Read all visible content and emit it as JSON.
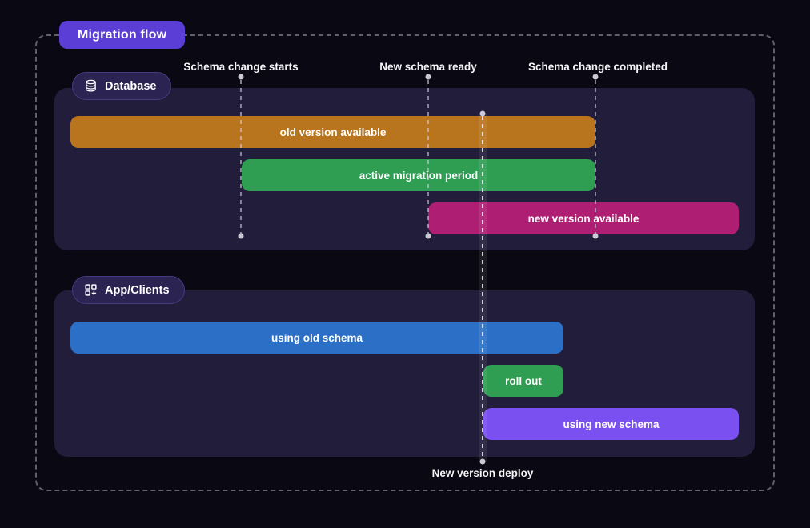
{
  "diagram": {
    "title": "Migration flow",
    "milestones": [
      {
        "label": "Schema change starts"
      },
      {
        "label": "New schema ready"
      },
      {
        "label": "Schema change completed"
      }
    ],
    "deploy_milestone": {
      "label": "New version deploy"
    },
    "sections": [
      {
        "label": "Database",
        "icon": "database-icon",
        "bars": [
          {
            "label": "old version available",
            "color": "#b8751e"
          },
          {
            "label": "active migration period",
            "color": "#2f9e53"
          },
          {
            "label": "new version available",
            "color": "#ae1f73"
          }
        ]
      },
      {
        "label": "App/Clients",
        "icon": "grid-plus-icon",
        "bars": [
          {
            "label": "using old schema",
            "color": "#2b70c6"
          },
          {
            "label": "roll out",
            "color": "#2f9e53"
          },
          {
            "label": "using new schema",
            "color": "#7b50f0"
          }
        ]
      }
    ],
    "colors": {
      "background": "#0a0812",
      "panel": "#211d3b",
      "title_badge": "#5b3ed6",
      "section_badge": "#2b2453",
      "dashed_border": "#a8a8b8",
      "milestone_dot": "#c9c9d6"
    }
  }
}
